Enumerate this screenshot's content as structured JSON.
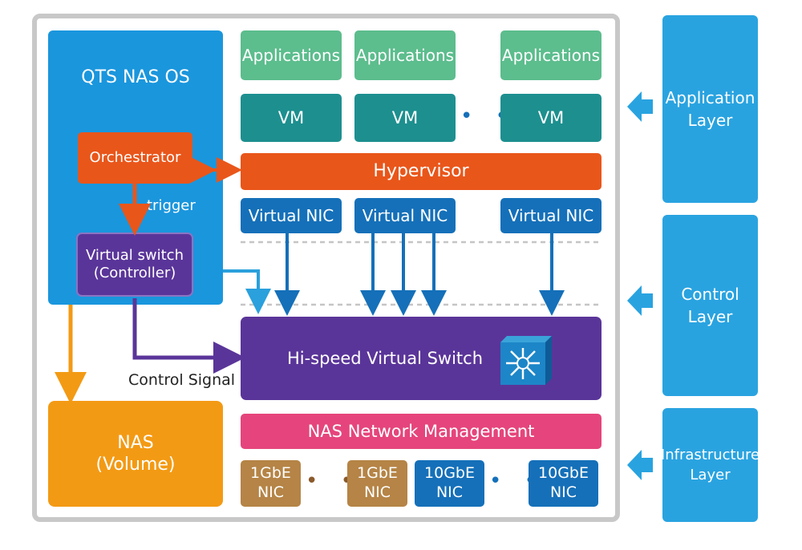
{
  "qts": {
    "title": "QTS NAS OS",
    "orchestrator": "Orchestrator",
    "trigger": "trigger",
    "vswitch_line1": "Virtual switch",
    "vswitch_line2": "(Controller)"
  },
  "nas": {
    "line1": "NAS",
    "line2": "(Volume)"
  },
  "control_signal": "Control Signal",
  "applications": [
    "Applications",
    "Applications",
    "Applications"
  ],
  "vms": [
    "VM",
    "VM",
    "VM"
  ],
  "ellipsis": "• • •",
  "hypervisor": "Hypervisor",
  "virtual_nics": [
    "Virtual NIC",
    "Virtual NIC",
    "Virtual NIC"
  ],
  "hi_speed_switch": "Hi-speed Virtual Switch",
  "nas_network_mgmt": "NAS Network Management",
  "physical_nics": [
    {
      "line1": "1GbE",
      "line2": "NIC"
    },
    {
      "line1": "1GbE",
      "line2": "NIC"
    },
    {
      "line1": "10GbE",
      "line2": "NIC"
    },
    {
      "line1": "10GbE",
      "line2": "NIC"
    }
  ],
  "layers": [
    {
      "line1": "Application",
      "line2": "Layer"
    },
    {
      "line1": "Control",
      "line2": "Layer"
    },
    {
      "line1": "Infrastructure",
      "line2": "Layer"
    }
  ],
  "colors": {
    "orange": "#e9561a",
    "purple": "#5a3599",
    "blue": "#1570b9",
    "nas_orange": "#f39a14",
    "layer_blue": "#29a3e0"
  }
}
